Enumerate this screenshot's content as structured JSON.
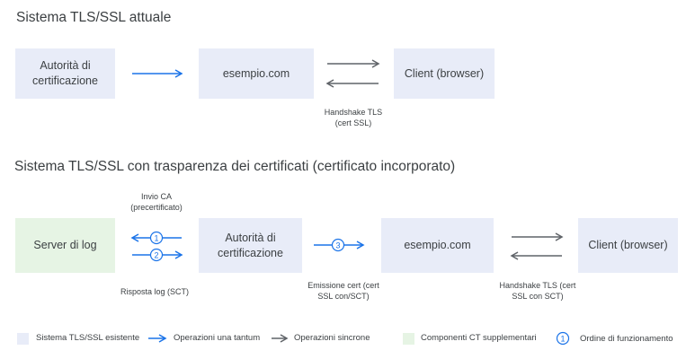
{
  "section1": {
    "title": "Sistema TLS/SSL attuale",
    "ca_label": "Autorità di\ncertificazione",
    "server_label": "esempio.com",
    "client_label": "Client (browser)",
    "handshake_caption": "Handshake TLS\n(cert SSL)"
  },
  "section2": {
    "title": "Sistema TLS/SSL con trasparenza dei certificati (certificato incorporato)",
    "log_label": "Server di log",
    "ca_label": "Autorità di\ncertificazione",
    "server_label": "esempio.com",
    "client_label": "Client (browser)",
    "invio_caption": "Invio CA\n(precertificato)",
    "risposta_caption": "Risposta log (SCT)",
    "emissione_caption": "Emissione cert (cert\nSSL con/SCT)",
    "handshake_caption": "Handshake TLS (cert\nSSL con SCT)",
    "step1": "1",
    "step2": "2",
    "step3": "3"
  },
  "legend": {
    "existing": "Sistema TLS/SSL esistente",
    "one_time": "Operazioni una tantum",
    "sync": "Operazioni sincrone",
    "ct_components": "Componenti CT supplementari",
    "order_number": "1",
    "order": "Ordine di funzionamento"
  },
  "colors": {
    "blue_box": "#e8ecf8",
    "green_box": "#e6f4e4",
    "arrow_blue": "#1a73e8",
    "arrow_gray": "#5f6368"
  }
}
